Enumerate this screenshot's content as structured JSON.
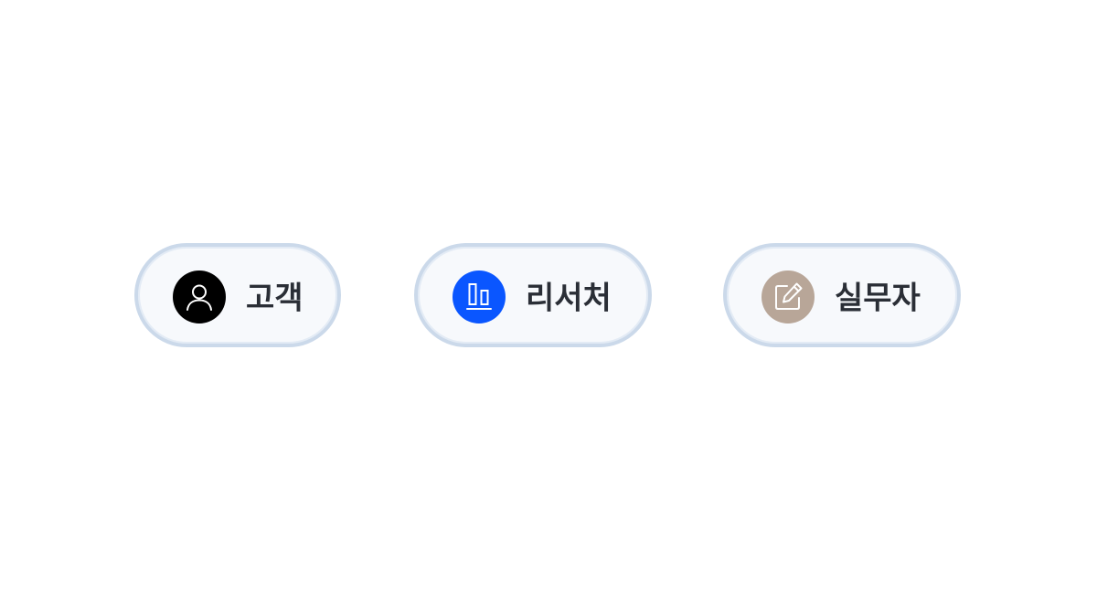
{
  "roles": [
    {
      "label": "고객",
      "icon": "user-icon",
      "icon_bg": "#000000"
    },
    {
      "label": "리서처",
      "icon": "bar-chart-icon",
      "icon_bg": "#0a56ff"
    },
    {
      "label": "실무자",
      "icon": "edit-icon",
      "icon_bg": "#b8a698"
    }
  ],
  "colors": {
    "pill_background": "#f7f9fc",
    "pill_border": "#cbd9ea",
    "label_text": "#2a2e36",
    "page_background": "#ffffff"
  }
}
